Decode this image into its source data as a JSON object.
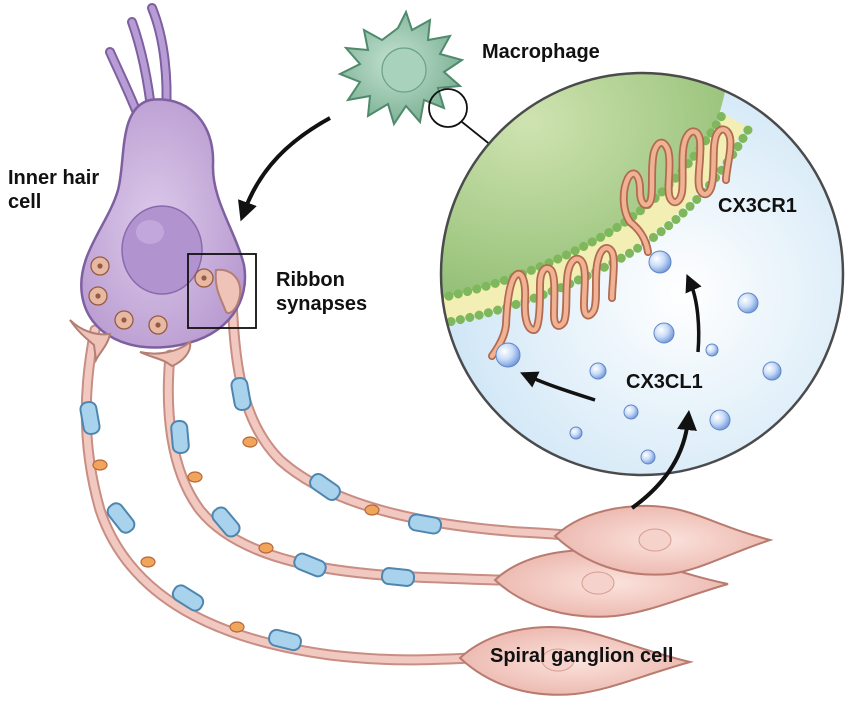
{
  "labels": {
    "inner_hair_cell_line1": "Inner hair",
    "inner_hair_cell_line2": "cell",
    "macrophage": "Macrophage",
    "ribbon_line1": "Ribbon",
    "ribbon_line2": "synapses",
    "receptor": "CX3CR1",
    "ligand": "CX3CL1",
    "spiral_ganglion": "Spiral ganglion cell"
  },
  "colors": {
    "hair_cell": "#c9b3dc",
    "hair_cell_nucleus": "#a98fc6",
    "macrophage": "#8fbfa6",
    "neuron": "#f3cfc8",
    "axon": "#ecc0b8",
    "myelin": "#a9d3ec",
    "receptor": "#e6957a",
    "membrane_bead": "#8cc26a",
    "membrane_band": "#f2ecb0",
    "zoom_outside": "#dff0fa",
    "zoom_cytoplasm": "#a6cc8a",
    "ligand": "#bcd6f5"
  }
}
